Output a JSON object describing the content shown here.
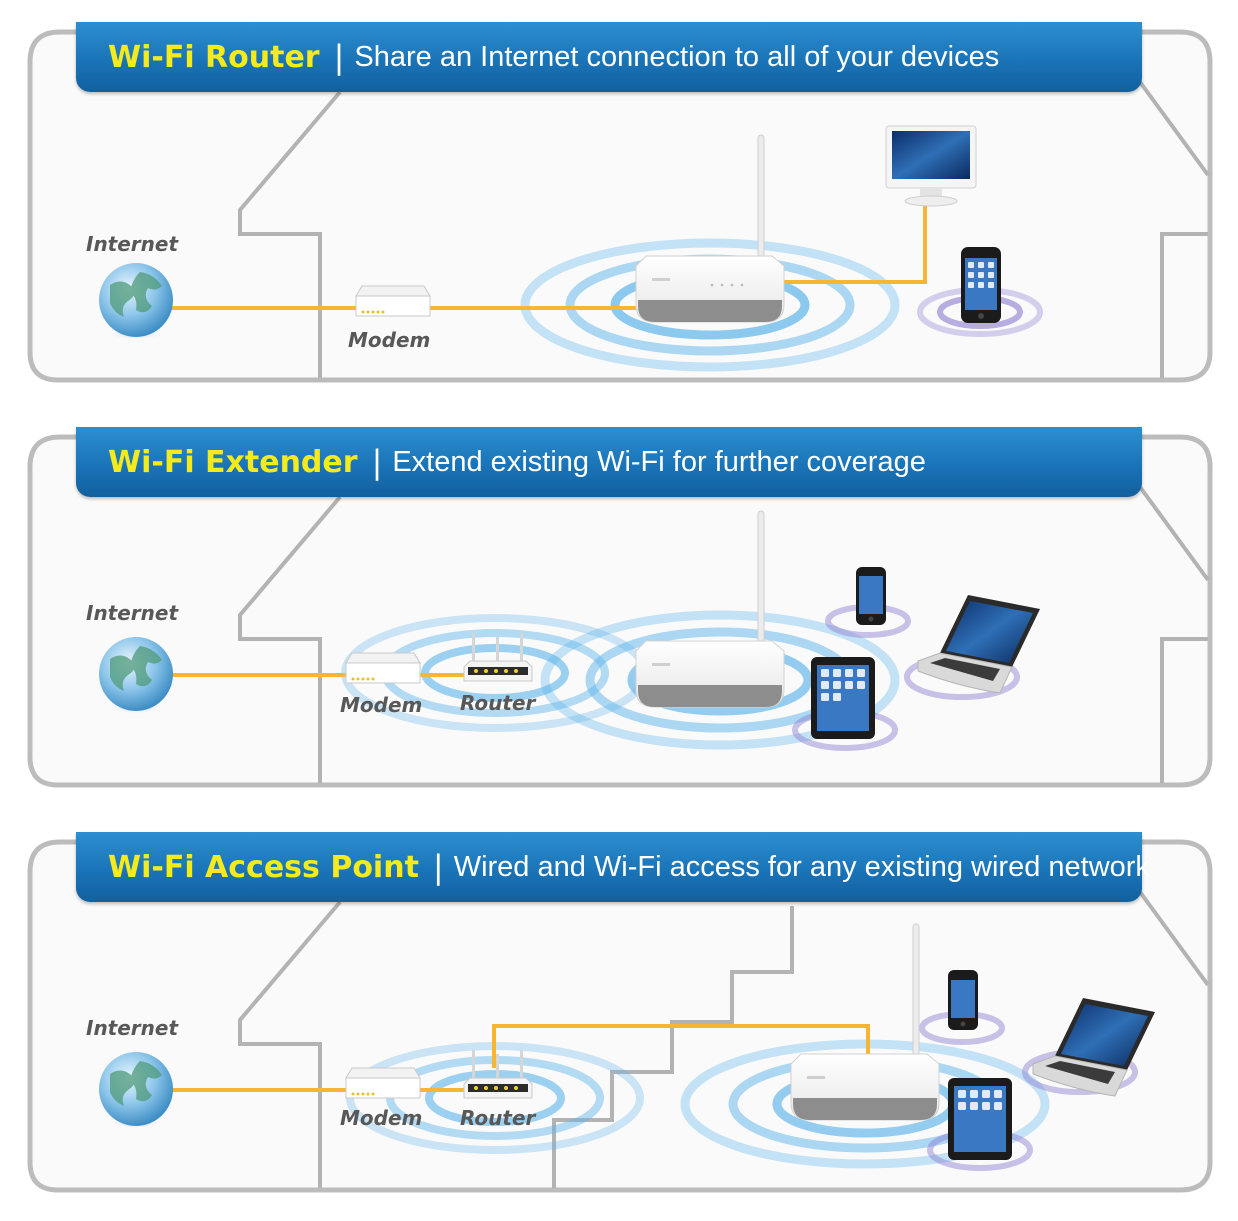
{
  "panels": [
    {
      "title": "Wi-Fi Router",
      "subtitle": "Share an Internet connection to all of your devices",
      "labels": {
        "internet": "Internet",
        "modem": "Modem"
      }
    },
    {
      "title": "Wi-Fi Extender",
      "subtitle": "Extend existing Wi-Fi for further coverage",
      "labels": {
        "internet": "Internet",
        "modem": "Modem",
        "router": "Router"
      }
    },
    {
      "title": "Wi-Fi Access Point",
      "subtitle": "Wired and Wi-Fi access for any existing wired network",
      "labels": {
        "internet": "Internet",
        "modem": "Modem",
        "router": "Router"
      }
    }
  ],
  "colors": {
    "banner": "#1a74b8",
    "title": "#f4ea1c",
    "cable": "#f6b532",
    "wifi_ring": "#5db4ea",
    "frame": "#bcbcbc",
    "label": "#585858"
  },
  "icons": [
    "globe-icon",
    "modem-icon",
    "router-icon",
    "access-point-icon",
    "monitor-icon",
    "smartphone-icon",
    "tablet-icon",
    "laptop-icon"
  ]
}
